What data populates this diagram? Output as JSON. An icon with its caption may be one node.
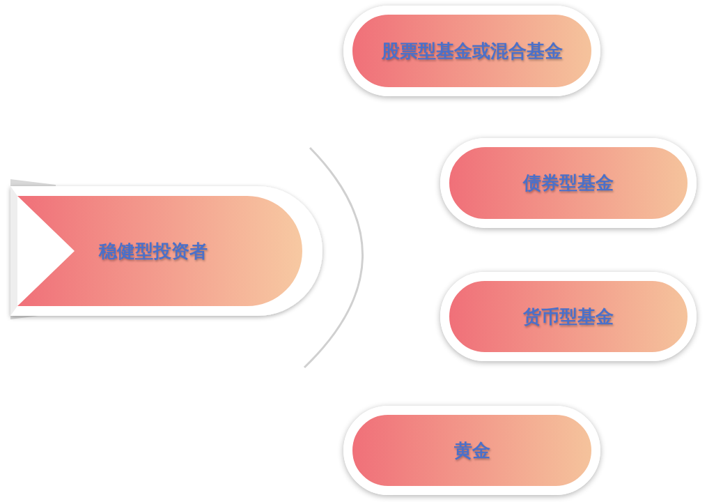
{
  "diagram": {
    "nodes": [
      {
        "text": [
          "稳健型投资者"
        ]
      },
      {
        "text": [
          "股票型基金或混合基金"
        ]
      },
      {
        "text": [
          "债券型基金"
        ]
      },
      {
        "text": [
          "货币型基金"
        ]
      },
      {
        "text": [
          "黄金"
        ]
      }
    ]
  }
}
